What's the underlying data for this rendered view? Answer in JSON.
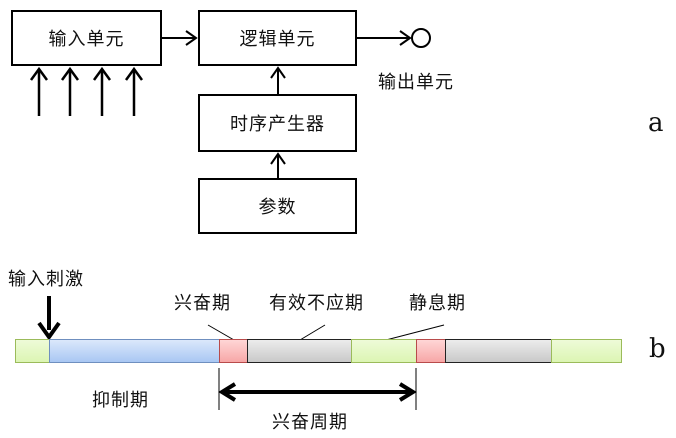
{
  "panel_a": {
    "letter": "a",
    "blocks": {
      "input_unit": "输入单元",
      "logic_unit": "逻辑单元",
      "timing_generator": "时序产生器",
      "parameters": "参数"
    },
    "output_label": "输出单元",
    "input_arrow_count": 4
  },
  "panel_b": {
    "letter": "b",
    "stimulus_label": "输入刺激",
    "labels": {
      "excitation": "兴奋期",
      "effective_refractory": "有效不应期",
      "resting": "静息期",
      "inhibition": "抑制期",
      "excitation_cycle": "兴奋周期"
    },
    "segments": [
      {
        "phase": "resting",
        "color": "green"
      },
      {
        "phase": "inhibition",
        "color": "blue"
      },
      {
        "phase": "excitation",
        "color": "red"
      },
      {
        "phase": "effective_refractory",
        "color": "gray"
      },
      {
        "phase": "resting",
        "color": "green"
      },
      {
        "phase": "excitation",
        "color": "red"
      },
      {
        "phase": "effective_refractory",
        "color": "gray"
      },
      {
        "phase": "resting",
        "color": "green"
      }
    ],
    "colors": {
      "resting": "#dcf5b3",
      "inhibition": "#a9c7f3",
      "excitation": "#f7a7a7",
      "effective_refractory": "#c9c9c9"
    }
  }
}
